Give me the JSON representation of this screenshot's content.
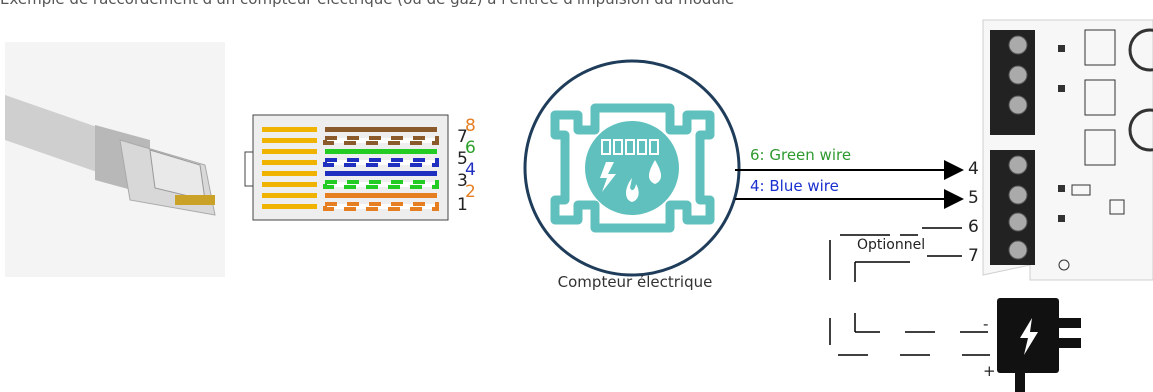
{
  "caption": "Exemple de raccordement d'un compteur électrique (ou de gaz) à l'entrée d'impulsion du module",
  "meter": {
    "label": "Compteur électrique",
    "icon": "meter-icon"
  },
  "rj45": {
    "pins": [
      {
        "n": "1",
        "color": "#222222"
      },
      {
        "n": "2",
        "color": "#e67e22"
      },
      {
        "n": "3",
        "color": "#222222"
      },
      {
        "n": "4",
        "color": "#1f2fbf"
      },
      {
        "n": "5",
        "color": "#222222"
      },
      {
        "n": "6",
        "color": "#2aa12a"
      },
      {
        "n": "7",
        "color": "#222222"
      },
      {
        "n": "8",
        "color": "#e67e22"
      }
    ]
  },
  "wires": {
    "green": {
      "label": "6: Green wire",
      "color": "#2e9a2e"
    },
    "blue": {
      "label": "4: Blue wire",
      "color": "#1a2fcf"
    }
  },
  "terminals": [
    "4",
    "5",
    "6",
    "7"
  ],
  "optional_label": "Optionnel",
  "power": {
    "minus": "-",
    "plus": "+"
  }
}
